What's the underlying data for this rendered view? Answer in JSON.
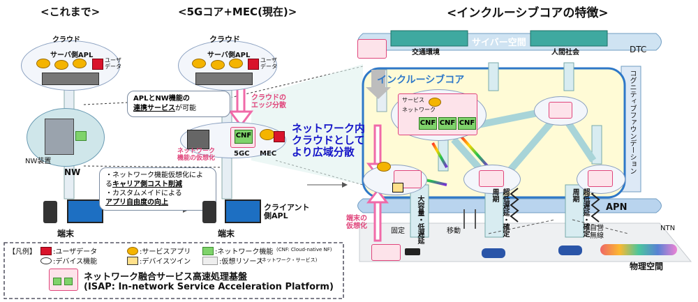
{
  "headers": {
    "past": "<これまで>",
    "current": "<5Gコア+MEC(現在)>",
    "future": "<インクルーシブコアの特徴>"
  },
  "left": {
    "cloud_label": "クラウド",
    "server_apl": "サーバ側APL",
    "user_data": "ユーザ\nデータ",
    "nw_device": "NW装置",
    "nw": "NW",
    "terminal": "端末"
  },
  "middle": {
    "cloud_label": "クラウド",
    "server_apl": "サーバ側APL",
    "user_data": "ユーザ\nデータ",
    "edge_split": "クラウドの\nエッジ分散",
    "callout_line1_prefix": "APLとNW機能の",
    "callout_line2_bold": "連携サービス",
    "callout_line2_suffix": "が可能",
    "cnf": "CNF",
    "nw_virtual": "ネットワーク\n機能の仮想化",
    "fivegc": "5GC",
    "mec": "MEC",
    "bullet1_a": "・ネットワーク機能仮想化によ",
    "bullet1_b": "る",
    "bullet1_bold": "キャリア側コスト削減",
    "bullet2_a": "・カスタムメイドによる",
    "bullet2_bold": "アプリ自由度の向上",
    "client_apl": "クライアント\n側APL",
    "terminal": "端末"
  },
  "center_text": "ネットワーク内\nクラウドとして\nより広域分散",
  "right": {
    "cyber_space": "サイバー空間",
    "traffic": "交通環境",
    "human_society": "人間社会",
    "dtc": "DTC",
    "inclusive_core": "インクルーシブコア",
    "service": "サービス",
    "network": "ネットワーク",
    "cnf": "CNF",
    "cognitive": "コグニティブファウンデーション",
    "apn": "APN",
    "large_capacity": "大容量・低遅延",
    "ultra_low1": "超低遅延・確定周期",
    "ultra_low2": "超低遅延・確定周期",
    "terminal_virtual": "端末の\n仮想化",
    "fixed": "固定",
    "mobile": "移動",
    "private_wireless": "自営\n無線",
    "ntn": "NTN",
    "physical_space": "物理空間"
  },
  "legend": {
    "bracket": "【凡例】",
    "user_data": ":ユーザデータ",
    "service_app": ":サービスアプリ",
    "nw_function": ":ネットワーク機能",
    "cnf_note": "(CNF: Cloud-native NF)",
    "device_function": ":デバイス機能",
    "device_twin": ":デバイスツイン",
    "virtual_resource": ":仮想リソース",
    "virtual_note": "(ネットワーク・サービス)",
    "isap_title": "ネットワーク融合サービス高速処理基盤",
    "isap_sub": "(ISAP: In-network Service Acceleration Platform)"
  },
  "colors": {
    "user_data": "#d9142b",
    "service_app": "#f4b400",
    "nw_function": "#7fd36b",
    "device_twin": "#ffe08a",
    "isap": "#fde3ea",
    "core_fill": "#fffbd6",
    "core_border": "#2e78c8",
    "arrow_pink": "#f06aa8",
    "text_blue": "#1414c8"
  }
}
